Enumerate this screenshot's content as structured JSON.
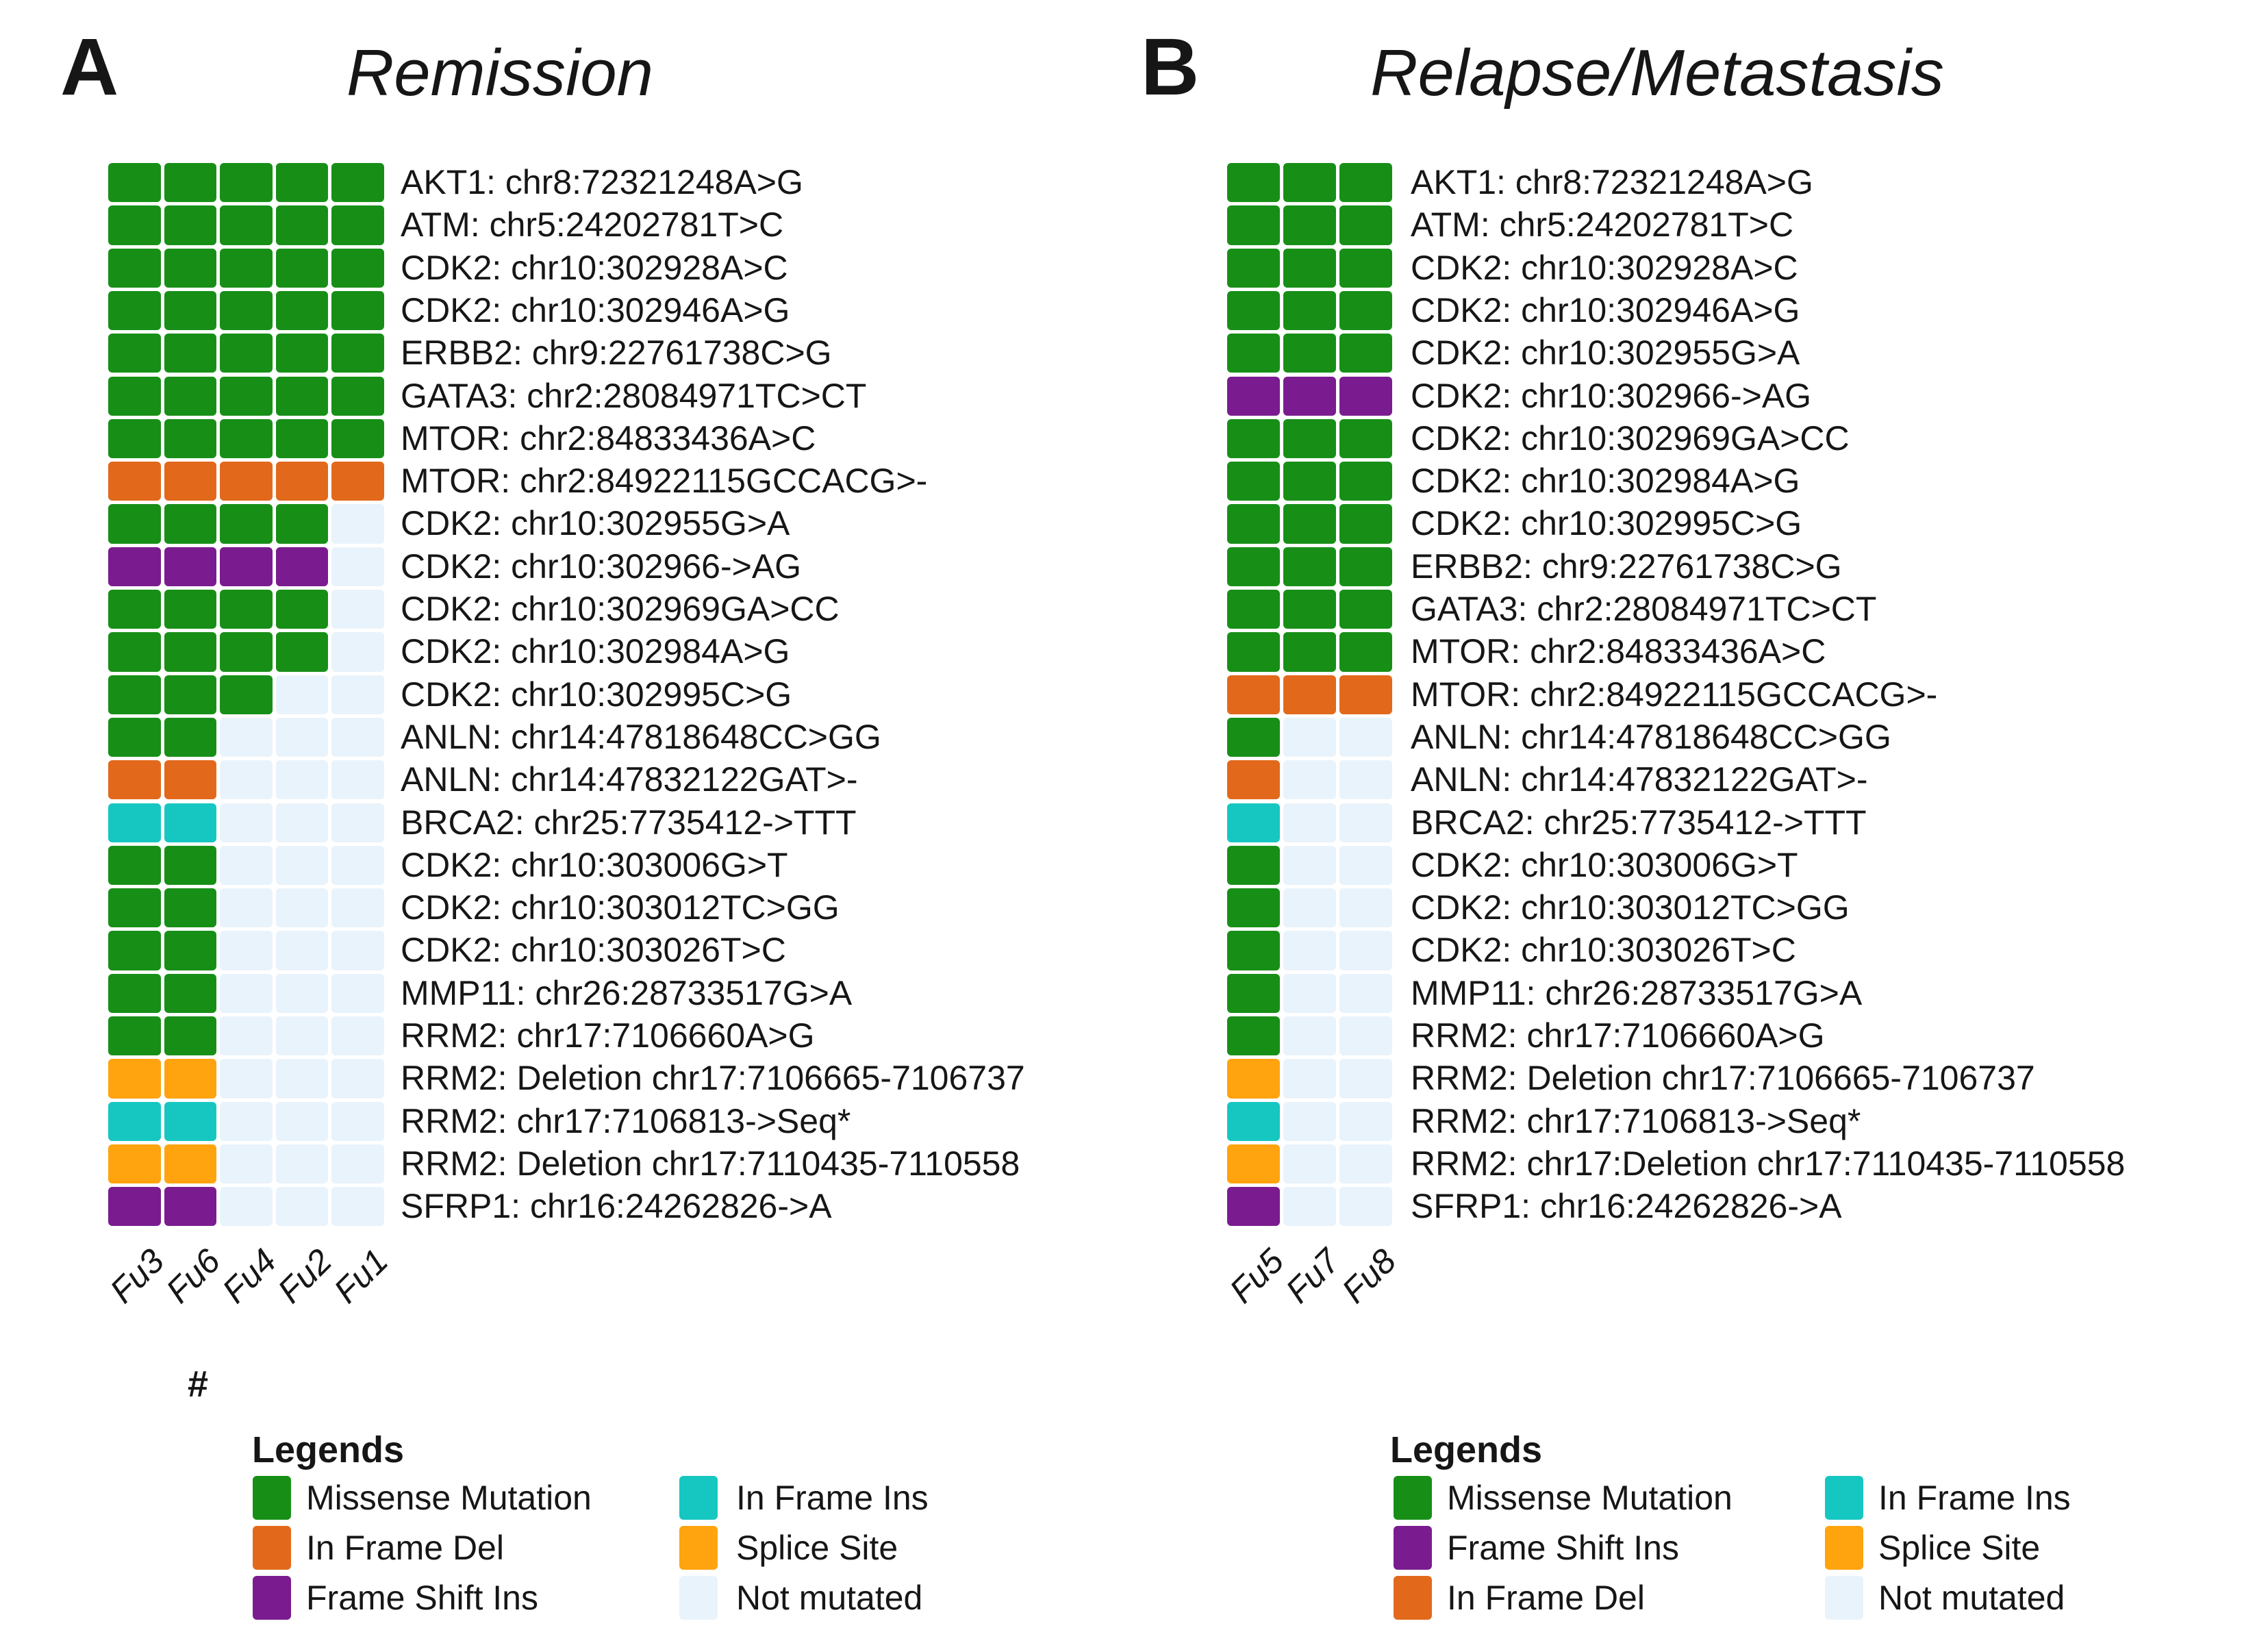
{
  "colors": {
    "missense": "#178F17",
    "inframe_del": "#E2691B",
    "frameshift_ins": "#7A1C8F",
    "inframe_ins": "#16C7C1",
    "splice": "#FFA40E",
    "none": "#E9F3FB"
  },
  "chart_data": [
    {
      "type": "heatmap",
      "panel_label": "A",
      "title": "Remission",
      "x_categories": [
        "Fu3",
        "Fu6",
        "Fu4",
        "Fu2",
        "Fu1"
      ],
      "x_annotation": {
        "text": "#",
        "column": "Fu6"
      },
      "legend": {
        "title": "Legends",
        "items_col1": [
          {
            "key": "missense",
            "label": "Missense Mutation"
          },
          {
            "key": "inframe_del",
            "label": "In Frame Del"
          },
          {
            "key": "frameshift_ins",
            "label": "Frame Shift Ins"
          }
        ],
        "items_col2": [
          {
            "key": "inframe_ins",
            "label": "In Frame Ins"
          },
          {
            "key": "splice",
            "label": "Splice Site"
          },
          {
            "key": "none",
            "label": "Not mutated"
          }
        ]
      },
      "rows": [
        {
          "label": "AKT1: chr8:72321248A>G",
          "values": [
            "missense",
            "missense",
            "missense",
            "missense",
            "missense"
          ]
        },
        {
          "label": "ATM: chr5:24202781T>C",
          "values": [
            "missense",
            "missense",
            "missense",
            "missense",
            "missense"
          ]
        },
        {
          "label": "CDK2: chr10:302928A>C",
          "values": [
            "missense",
            "missense",
            "missense",
            "missense",
            "missense"
          ]
        },
        {
          "label": "CDK2: chr10:302946A>G",
          "values": [
            "missense",
            "missense",
            "missense",
            "missense",
            "missense"
          ]
        },
        {
          "label": "ERBB2: chr9:22761738C>G",
          "values": [
            "missense",
            "missense",
            "missense",
            "missense",
            "missense"
          ]
        },
        {
          "label": "GATA3: chr2:28084971TC>CT",
          "values": [
            "missense",
            "missense",
            "missense",
            "missense",
            "missense"
          ]
        },
        {
          "label": "MTOR: chr2:84833436A>C",
          "values": [
            "missense",
            "missense",
            "missense",
            "missense",
            "missense"
          ]
        },
        {
          "label": "MTOR: chr2:84922115GCCACG>-",
          "values": [
            "inframe_del",
            "inframe_del",
            "inframe_del",
            "inframe_del",
            "inframe_del"
          ]
        },
        {
          "label": "CDK2: chr10:302955G>A",
          "values": [
            "missense",
            "missense",
            "missense",
            "missense",
            "none"
          ]
        },
        {
          "label": "CDK2: chr10:302966->AG",
          "values": [
            "frameshift_ins",
            "frameshift_ins",
            "frameshift_ins",
            "frameshift_ins",
            "none"
          ]
        },
        {
          "label": "CDK2: chr10:302969GA>CC",
          "values": [
            "missense",
            "missense",
            "missense",
            "missense",
            "none"
          ]
        },
        {
          "label": "CDK2: chr10:302984A>G",
          "values": [
            "missense",
            "missense",
            "missense",
            "missense",
            "none"
          ]
        },
        {
          "label": "CDK2: chr10:302995C>G",
          "values": [
            "missense",
            "missense",
            "missense",
            "none",
            "none"
          ]
        },
        {
          "label": "ANLN: chr14:47818648CC>GG",
          "values": [
            "missense",
            "missense",
            "none",
            "none",
            "none"
          ]
        },
        {
          "label": "ANLN: chr14:47832122GAT>-",
          "values": [
            "inframe_del",
            "inframe_del",
            "none",
            "none",
            "none"
          ]
        },
        {
          "label": "BRCA2: chr25:7735412->TTT",
          "values": [
            "inframe_ins",
            "inframe_ins",
            "none",
            "none",
            "none"
          ]
        },
        {
          "label": "CDK2: chr10:303006G>T",
          "values": [
            "missense",
            "missense",
            "none",
            "none",
            "none"
          ]
        },
        {
          "label": "CDK2: chr10:303012TC>GG",
          "values": [
            "missense",
            "missense",
            "none",
            "none",
            "none"
          ]
        },
        {
          "label": "CDK2: chr10:303026T>C",
          "values": [
            "missense",
            "missense",
            "none",
            "none",
            "none"
          ]
        },
        {
          "label": "MMP11: chr26:28733517G>A",
          "values": [
            "missense",
            "missense",
            "none",
            "none",
            "none"
          ]
        },
        {
          "label": "RRM2: chr17:7106660A>G",
          "values": [
            "missense",
            "missense",
            "none",
            "none",
            "none"
          ]
        },
        {
          "label": "RRM2: Deletion chr17:7106665-7106737",
          "values": [
            "splice",
            "splice",
            "none",
            "none",
            "none"
          ]
        },
        {
          "label": "RRM2: chr17:7106813->Seq*",
          "values": [
            "inframe_ins",
            "inframe_ins",
            "none",
            "none",
            "none"
          ]
        },
        {
          "label": "RRM2: Deletion chr17:7110435-7110558",
          "values": [
            "splice",
            "splice",
            "none",
            "none",
            "none"
          ]
        },
        {
          "label": "SFRP1: chr16:24262826->A",
          "values": [
            "frameshift_ins",
            "frameshift_ins",
            "none",
            "none",
            "none"
          ]
        }
      ]
    },
    {
      "type": "heatmap",
      "panel_label": "B",
      "title": "Relapse/Metastasis",
      "x_categories": [
        "Fu5",
        "Fu7",
        "Fu8"
      ],
      "legend": {
        "title": "Legends",
        "items_col1": [
          {
            "key": "missense",
            "label": "Missense Mutation"
          },
          {
            "key": "frameshift_ins",
            "label": "Frame Shift Ins"
          },
          {
            "key": "inframe_del",
            "label": "In Frame Del"
          }
        ],
        "items_col2": [
          {
            "key": "inframe_ins",
            "label": "In Frame Ins"
          },
          {
            "key": "splice",
            "label": "Splice Site"
          },
          {
            "key": "none",
            "label": "Not mutated"
          }
        ]
      },
      "rows": [
        {
          "label": "AKT1: chr8:72321248A>G",
          "values": [
            "missense",
            "missense",
            "missense"
          ]
        },
        {
          "label": "ATM: chr5:24202781T>C",
          "values": [
            "missense",
            "missense",
            "missense"
          ]
        },
        {
          "label": "CDK2: chr10:302928A>C",
          "values": [
            "missense",
            "missense",
            "missense"
          ]
        },
        {
          "label": "CDK2: chr10:302946A>G",
          "values": [
            "missense",
            "missense",
            "missense"
          ]
        },
        {
          "label": "CDK2: chr10:302955G>A",
          "values": [
            "missense",
            "missense",
            "missense"
          ]
        },
        {
          "label": "CDK2: chr10:302966->AG",
          "values": [
            "frameshift_ins",
            "frameshift_ins",
            "frameshift_ins"
          ]
        },
        {
          "label": "CDK2: chr10:302969GA>CC",
          "values": [
            "missense",
            "missense",
            "missense"
          ]
        },
        {
          "label": "CDK2: chr10:302984A>G",
          "values": [
            "missense",
            "missense",
            "missense"
          ]
        },
        {
          "label": "CDK2: chr10:302995C>G",
          "values": [
            "missense",
            "missense",
            "missense"
          ]
        },
        {
          "label": "ERBB2: chr9:22761738C>G",
          "values": [
            "missense",
            "missense",
            "missense"
          ]
        },
        {
          "label": "GATA3: chr2:28084971TC>CT",
          "values": [
            "missense",
            "missense",
            "missense"
          ]
        },
        {
          "label": "MTOR: chr2:84833436A>C",
          "values": [
            "missense",
            "missense",
            "missense"
          ]
        },
        {
          "label": "MTOR: chr2:84922115GCCACG>-",
          "values": [
            "inframe_del",
            "inframe_del",
            "inframe_del"
          ]
        },
        {
          "label": "ANLN: chr14:47818648CC>GG",
          "values": [
            "missense",
            "none",
            "none"
          ]
        },
        {
          "label": "ANLN: chr14:47832122GAT>-",
          "values": [
            "inframe_del",
            "none",
            "none"
          ]
        },
        {
          "label": "BRCA2: chr25:7735412->TTT",
          "values": [
            "inframe_ins",
            "none",
            "none"
          ]
        },
        {
          "label": "CDK2: chr10:303006G>T",
          "values": [
            "missense",
            "none",
            "none"
          ]
        },
        {
          "label": "CDK2: chr10:303012TC>GG",
          "values": [
            "missense",
            "none",
            "none"
          ]
        },
        {
          "label": "CDK2: chr10:303026T>C",
          "values": [
            "missense",
            "none",
            "none"
          ]
        },
        {
          "label": "MMP11: chr26:28733517G>A",
          "values": [
            "missense",
            "none",
            "none"
          ]
        },
        {
          "label": "RRM2: chr17:7106660A>G",
          "values": [
            "missense",
            "none",
            "none"
          ]
        },
        {
          "label": "RRM2: Deletion chr17:7106665-7106737",
          "values": [
            "splice",
            "none",
            "none"
          ]
        },
        {
          "label": "RRM2: chr17:7106813->Seq*",
          "values": [
            "inframe_ins",
            "none",
            "none"
          ]
        },
        {
          "label": "RRM2: chr17:Deletion chr17:7110435-7110558",
          "values": [
            "splice",
            "none",
            "none"
          ]
        },
        {
          "label": "SFRP1: chr16:24262826->A",
          "values": [
            "frameshift_ins",
            "none",
            "none"
          ]
        }
      ]
    }
  ]
}
